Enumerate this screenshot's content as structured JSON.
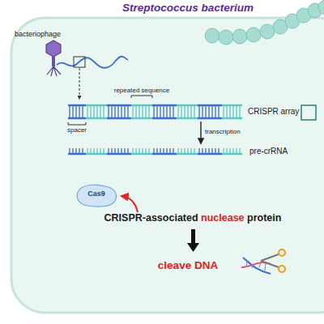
{
  "diagram": {
    "title": "Streptococcus bacterium",
    "nodes": [
      {
        "text": [
          "CRISPR array"
        ]
      },
      {
        "text": [
          "pre-crRNA"
        ]
      },
      {
        "text": [
          "Cas9"
        ]
      }
    ],
    "edges": [
      {
        "from": 0,
        "to": 1,
        "label": "transcription",
        "arrow": "to"
      }
    ],
    "labels": [
      "bacteriophage",
      "spacer",
      "repeated sequence",
      "CRISPR-associated nuclease protein",
      "cleave DNA"
    ]
  }
}
